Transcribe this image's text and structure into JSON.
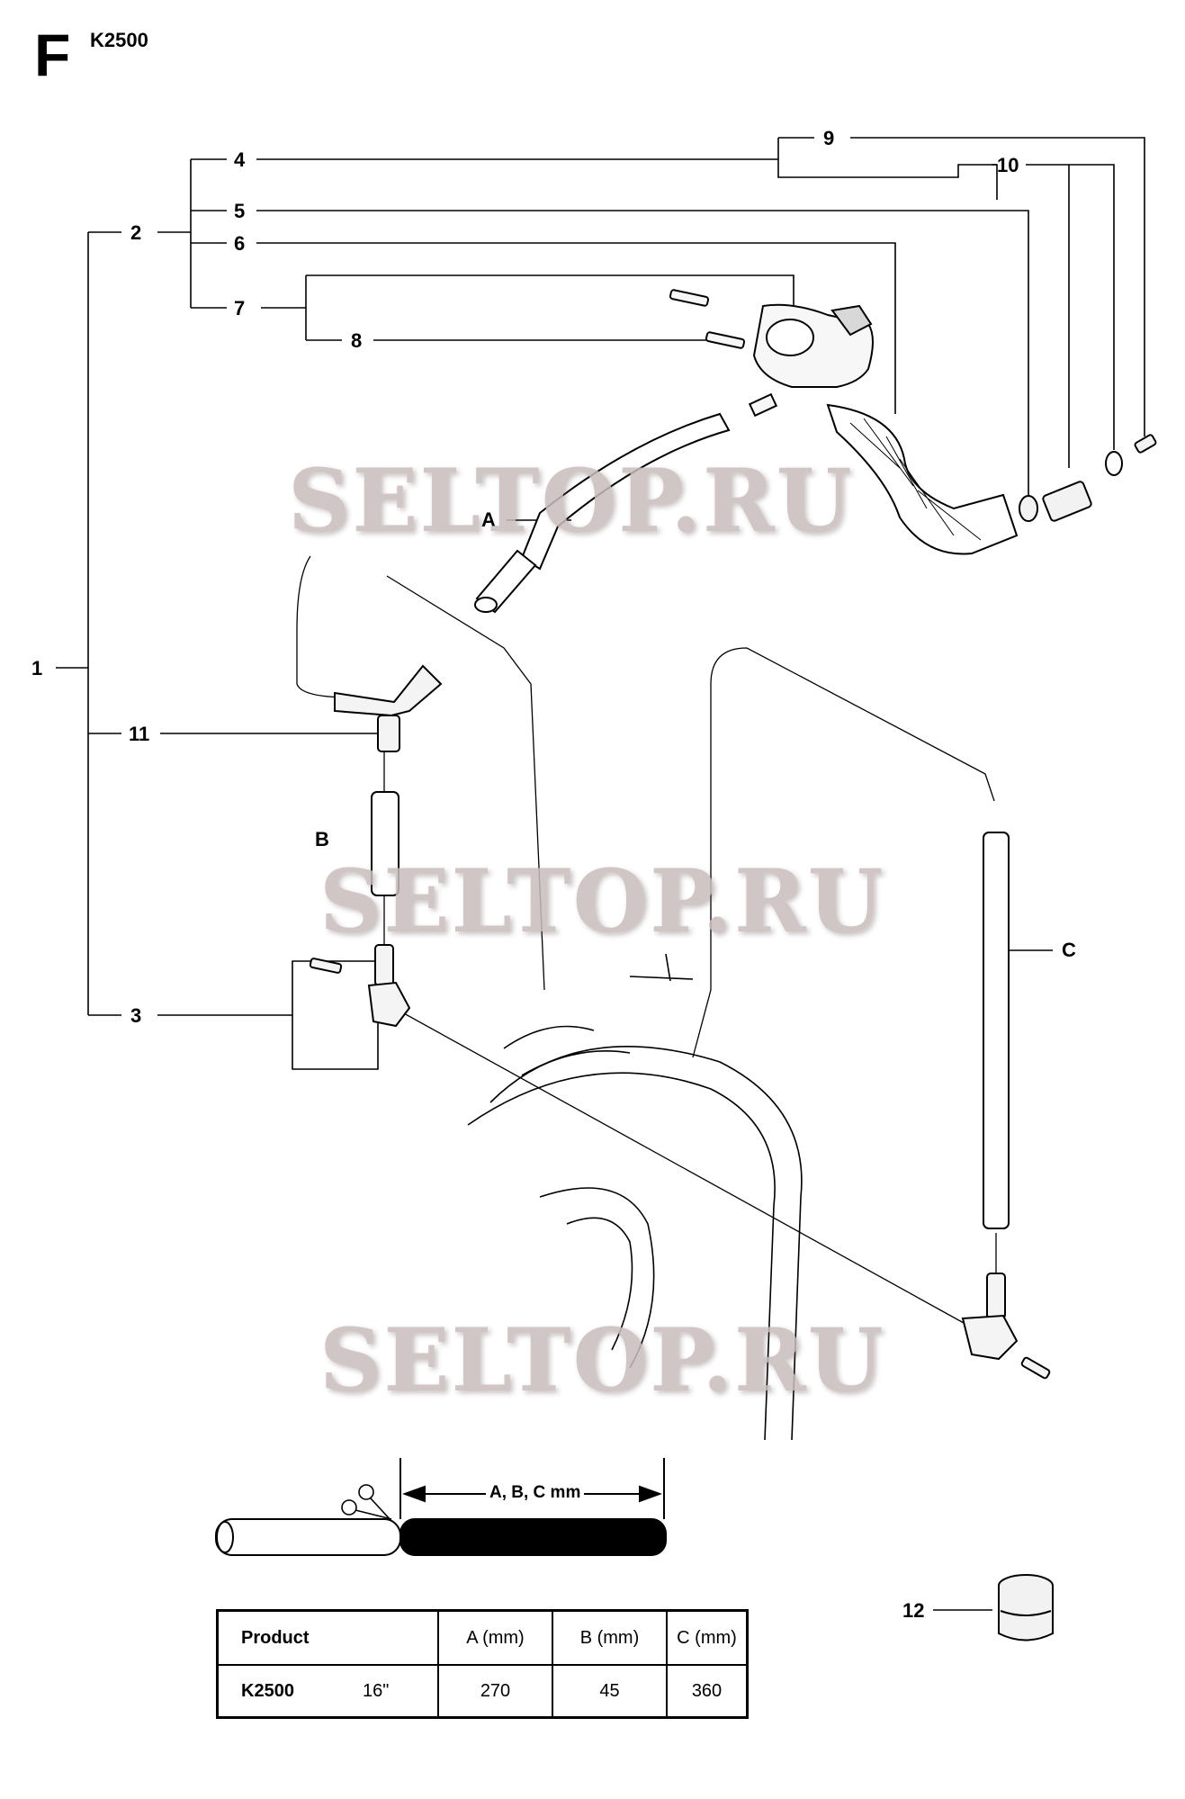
{
  "header": {
    "section": "F",
    "model": "K2500"
  },
  "callouts": [
    "1",
    "2",
    "3",
    "4",
    "5",
    "6",
    "7",
    "8",
    "9",
    "10",
    "11",
    "12"
  ],
  "hose_labels": {
    "a": "A",
    "b": "B",
    "c": "C"
  },
  "watermark": "SELTOP.RU",
  "dimension_label": "A, B, C mm",
  "table": {
    "headers": {
      "product": "Product",
      "a": "A (mm)",
      "b": "B (mm)",
      "c": "C (mm)"
    },
    "row": {
      "product": "K2500",
      "size": "16\"",
      "a": "270",
      "b": "45",
      "c": "360"
    }
  },
  "colors": {
    "ink": "#000000",
    "watermark": "#c9bdbd"
  }
}
